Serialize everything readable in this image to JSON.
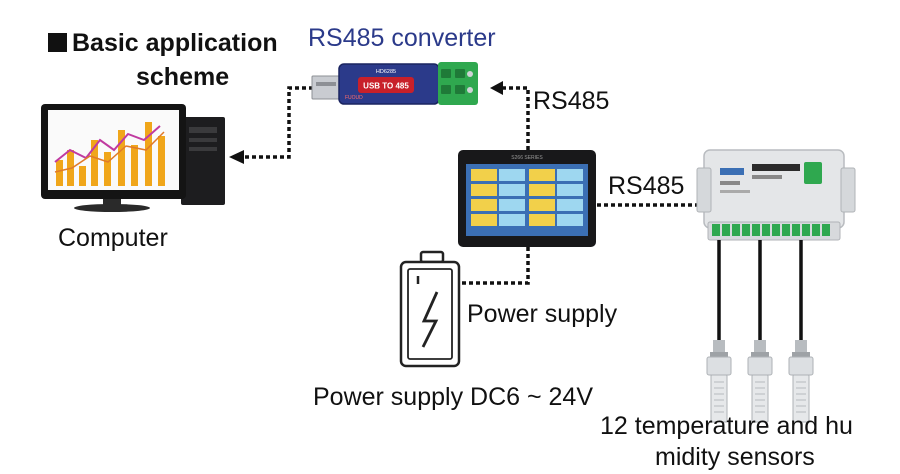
{
  "title": {
    "line1": "Basic application",
    "line2": "scheme"
  },
  "converter": {
    "label": "RS485 converter",
    "text_top": "HD6285",
    "text_main": "USB TO 485",
    "text_side": "FUOUD"
  },
  "labels": {
    "rs485_top": "RS485",
    "rs485_right": "RS485",
    "computer": "Computer",
    "power_supply": "Power supply",
    "power_spec": "Power supply DC6 ~ 24V",
    "sensors_line1": "12 temperature and hu",
    "sensors_line2": "midity sensors"
  },
  "panel": {
    "header": "S266 SERIES"
  },
  "colors": {
    "converter_blue": "#2b3a8a",
    "usb_red": "#c8202a",
    "terminal_green": "#2fa84f",
    "line": "#111111"
  }
}
